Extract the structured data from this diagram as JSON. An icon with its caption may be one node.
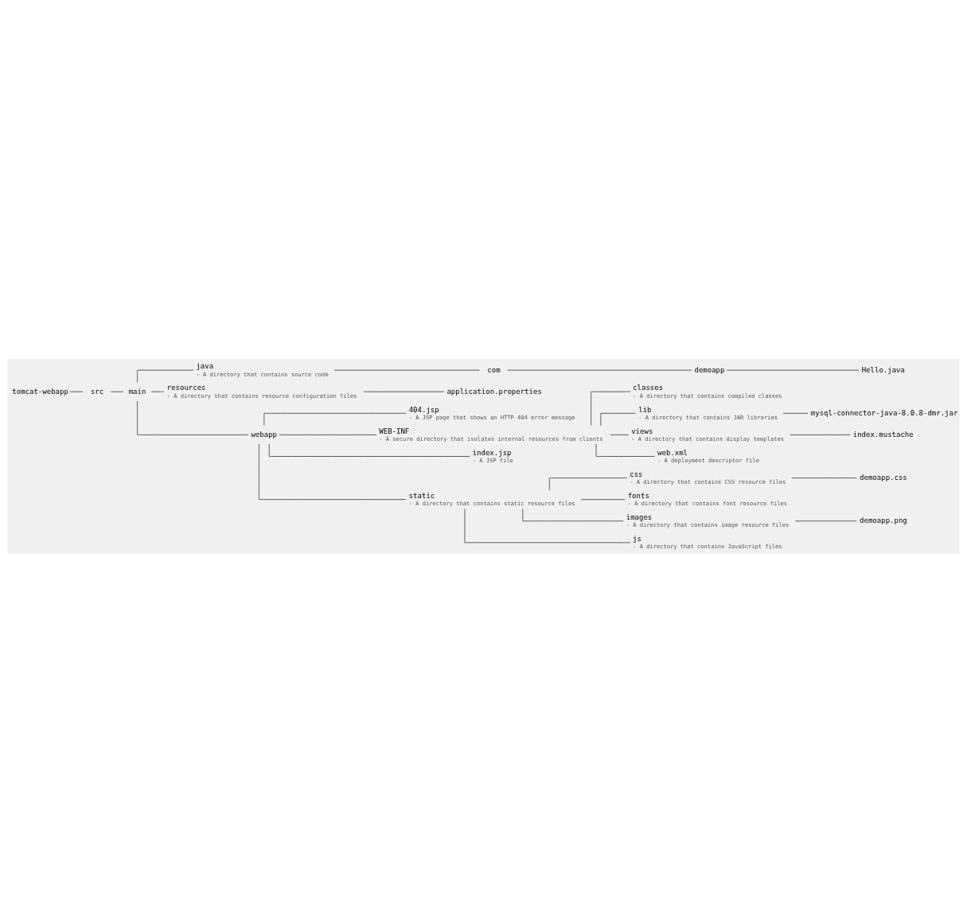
{
  "diagram": {
    "nodes": [
      {
        "text": [
          "tomcat-webapp"
        ]
      },
      {
        "text": [
          "src"
        ]
      },
      {
        "text": [
          "main"
        ]
      },
      {
        "text": [
          "java"
        ],
        "beside": [
          "- A directory that contains source code"
        ]
      },
      {
        "text": [
          "com"
        ]
      },
      {
        "text": [
          "demoapp"
        ]
      },
      {
        "text": [
          "Hello.java"
        ]
      },
      {
        "text": [
          "resources"
        ],
        "beside": [
          "- A directory that contains resource configuration files"
        ]
      },
      {
        "text": [
          "application.properties"
        ]
      },
      {
        "text": [
          "webapp"
        ]
      },
      {
        "text": [
          "404.jsp"
        ],
        "beside": [
          "- A JSP page that shows an HTTP 404 error message"
        ]
      },
      {
        "text": [
          "WEB-INF"
        ],
        "beside": [
          "- A secure directory that isolates internal resources from clients"
        ]
      },
      {
        "text": [
          "classes"
        ],
        "beside": [
          "- A directory that contains compiled classes"
        ]
      },
      {
        "text": [
          "lib"
        ],
        "beside": [
          "- A directory that contains JAR libraries"
        ]
      },
      {
        "text": [
          "mysql-connector-java-8.0.8-dmr.jar"
        ]
      },
      {
        "text": [
          "views"
        ],
        "beside": [
          "- A directory that contains display templates"
        ]
      },
      {
        "text": [
          "index.mustache"
        ]
      },
      {
        "text": [
          "web.xml"
        ],
        "beside": [
          "- A deployment descriptor file"
        ]
      },
      {
        "text": [
          "index.jsp"
        ],
        "beside": [
          "- A JSP file"
        ]
      },
      {
        "text": [
          "static"
        ],
        "beside": [
          "- A directory that contains static resource files"
        ]
      },
      {
        "text": [
          "css"
        ],
        "beside": [
          "- A directory that contains CSS resource files"
        ]
      },
      {
        "text": [
          "demoapp.css"
        ]
      },
      {
        "text": [
          "fonts"
        ],
        "beside": [
          "- A directory that contains font resource files"
        ]
      },
      {
        "text": [
          "images"
        ],
        "beside": [
          "- A directory that contains image resource files"
        ]
      },
      {
        "text": [
          "demoapp.png"
        ]
      },
      {
        "text": [
          "js"
        ],
        "beside": [
          "- A directory that contains JavaScript files"
        ]
      }
    ],
    "edges": [
      {
        "from": 0,
        "to": 1,
        "arrow": "none"
      },
      {
        "from": 1,
        "to": 2,
        "arrow": "none"
      },
      {
        "from": 2,
        "to": 3,
        "arrow": "none"
      },
      {
        "from": 3,
        "to": 4,
        "arrow": "none"
      },
      {
        "from": 4,
        "to": 5,
        "arrow": "none"
      },
      {
        "from": 5,
        "to": 6,
        "arrow": "none"
      },
      {
        "from": 2,
        "to": 7,
        "arrow": "none"
      },
      {
        "from": 7,
        "to": 8,
        "arrow": "none"
      },
      {
        "from": 2,
        "to": 9,
        "arrow": "none"
      },
      {
        "from": 9,
        "to": 10,
        "arrow": "none"
      },
      {
        "from": 9,
        "to": 11,
        "arrow": "none"
      },
      {
        "from": 11,
        "to": 12,
        "arrow": "none"
      },
      {
        "from": 11,
        "to": 13,
        "arrow": "none"
      },
      {
        "from": 13,
        "to": 14,
        "arrow": "none"
      },
      {
        "from": 11,
        "to": 15,
        "arrow": "none"
      },
      {
        "from": 15,
        "to": 16,
        "arrow": "none"
      },
      {
        "from": 11,
        "to": 17,
        "arrow": "none"
      },
      {
        "from": 9,
        "to": 18,
        "arrow": "none"
      },
      {
        "from": 9,
        "to": 19,
        "arrow": "none"
      },
      {
        "from": 19,
        "to": 20,
        "arrow": "none"
      },
      {
        "from": 20,
        "to": 21,
        "arrow": "none"
      },
      {
        "from": 19,
        "to": 22,
        "arrow": "none"
      },
      {
        "from": 19,
        "to": 23,
        "arrow": "none"
      },
      {
        "from": 23,
        "to": 24,
        "arrow": "none"
      },
      {
        "from": 19,
        "to": 25,
        "arrow": "none"
      }
    ]
  }
}
